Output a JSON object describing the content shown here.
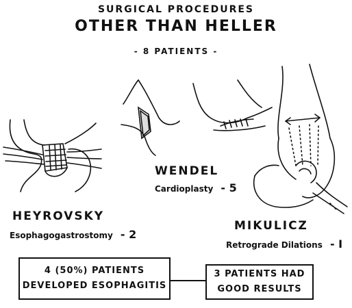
{
  "header": {
    "line1": "SURGICAL PROCEDURES",
    "line2": "OTHER THAN HELLER",
    "line3": "- 8 PATIENTS -"
  },
  "procedures": [
    {
      "name": "HEYROVSKY",
      "description": "Esophagogastrostomy",
      "count": "- 2"
    },
    {
      "name": "WENDEL",
      "description": "Cardioplasty",
      "count": "- 5"
    },
    {
      "name": "MIKULICZ",
      "description": "Retrograde Dilations",
      "count": "- I"
    }
  ],
  "results": {
    "box1": {
      "line1": "4 (50%) PATIENTS",
      "line2": "DEVELOPED ESOPHAGITIS"
    },
    "box2": {
      "line1": "3 PATIENTS HAD",
      "line2": "GOOD RESULTS"
    }
  }
}
